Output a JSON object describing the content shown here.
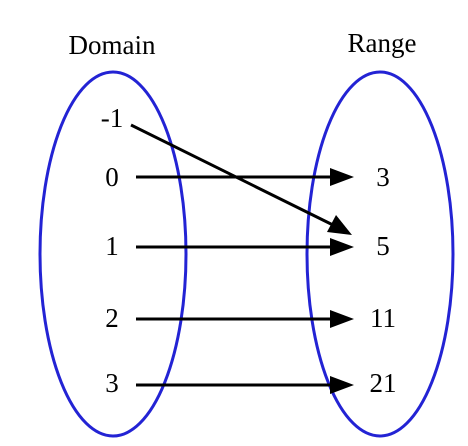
{
  "domain_title": "Domain",
  "range_title": "Range",
  "domain_values": [
    "-1",
    "0",
    "1",
    "2",
    "3"
  ],
  "range_values": [
    "3",
    "5",
    "11",
    "21"
  ],
  "mappings": [
    {
      "from": "-1",
      "to": "5"
    },
    {
      "from": "0",
      "to": "3"
    },
    {
      "from": "1",
      "to": "5"
    },
    {
      "from": "2",
      "to": "11"
    },
    {
      "from": "3",
      "to": "21"
    }
  ],
  "colors": {
    "oval": "#2323d4",
    "arrow": "#000000",
    "text": "#000000"
  }
}
